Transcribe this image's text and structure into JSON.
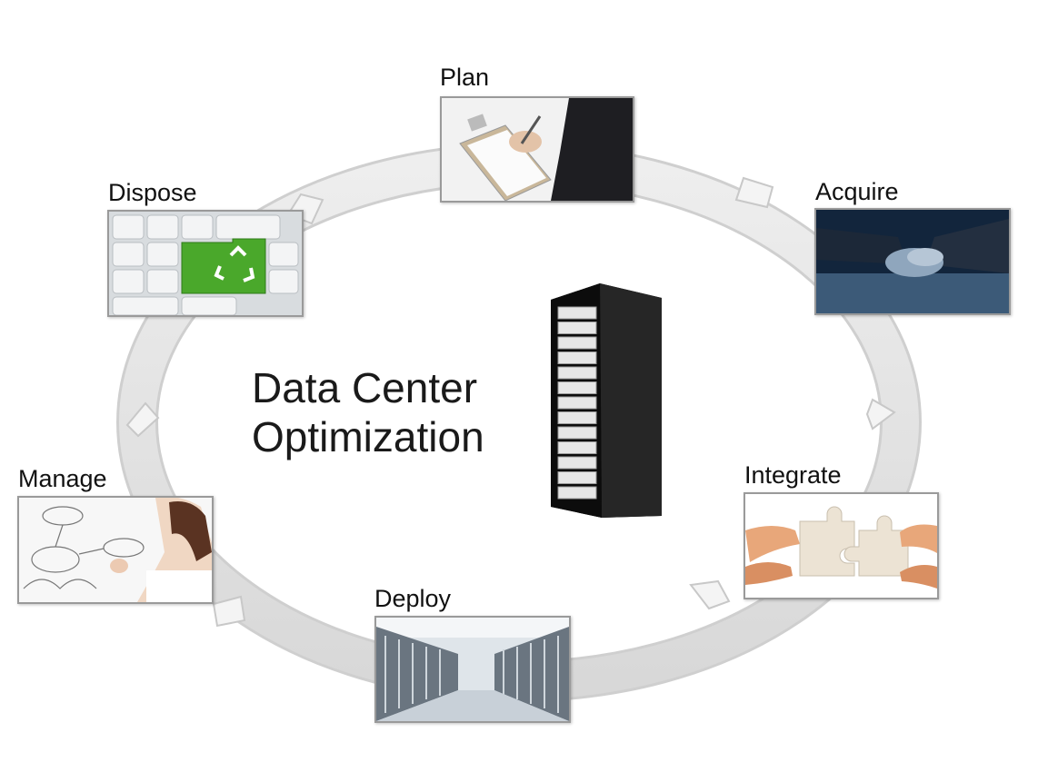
{
  "title": {
    "line1": "Data Center",
    "line2": "Optimization"
  },
  "stages": {
    "plan": "Plan",
    "acquire": "Acquire",
    "integrate": "Integrate",
    "deploy": "Deploy",
    "manage": "Manage",
    "dispose": "Dispose"
  },
  "colors": {
    "ring": "#e2e2e2",
    "recycle_key": "#4aa82b",
    "server_rack": "#1a1a1a"
  }
}
